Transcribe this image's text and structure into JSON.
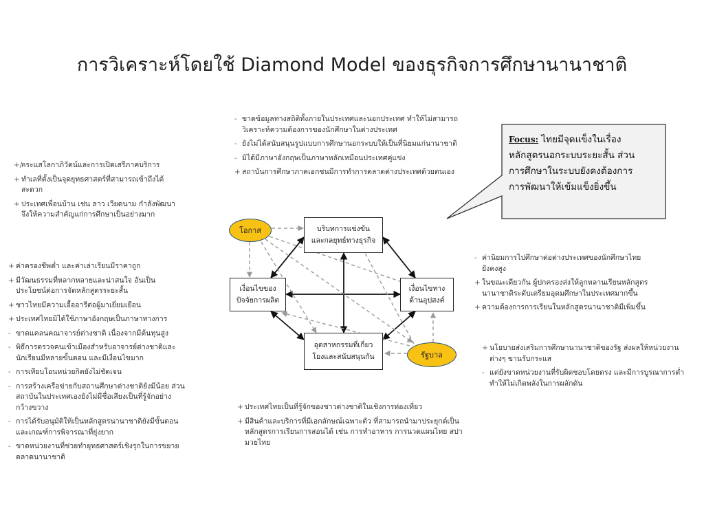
{
  "title": "การวิเคราะห์โดยใช้ Diamond Model ของธุรกิจการศึกษานานาชาติ",
  "focus": {
    "label": "Focus:",
    "lines": [
      "ไทยมีจุดแข็งในเรื่อง",
      "หลักสูตรนอกระบบระยะสั้น ส่วน",
      "การศึกษาในระบบยังคงต้องการ",
      "การพัฒนาให้เข้มแข็งยิ่งขึ้น"
    ]
  },
  "nodes": {
    "top": [
      "บริบทการแข่งขัน",
      "และกลยุทธ์ทางธุรกิจ"
    ],
    "left": [
      "เงื่อนไขของ",
      "ปัจจัยการผลิต"
    ],
    "right": [
      "เงื่อนไขทาง",
      "ด้านอุปสงค์"
    ],
    "bottom": [
      "อุตสาหกรรมที่เกี่ยว",
      "โยงและสนับสนุนกัน"
    ],
    "chance": "โอกาส",
    "government": "รัฐบาล"
  },
  "top_notes": [
    {
      "m": "-",
      "lines": [
        "ขาดข้อมูลทางสถิติทั้งภายในประเทศและนอกประเทศ ทำให้ไม่สามารถ",
        "วิเคราะห์ความต้องการของนักศึกษาในต่างประเทศ"
      ]
    },
    {
      "m": "-",
      "lines": [
        "ยังไม่ได้สนับสนุนรูปแบบการศึกษานอกระบบให้เป็นที่นิยมแก่นานาชาติ"
      ]
    },
    {
      "m": "-",
      "lines": [
        "มิได้มีภาษาอังกฤษเป็นภาษาหลักเหมือนประเทศคู่แข่ง"
      ]
    },
    {
      "m": "+",
      "lines": [
        "สถาบันการศึกษาภาคเอกชนมีการทำการตลาดต่างประเทศด้วยตนเอง"
      ]
    }
  ],
  "left_top_notes": [
    {
      "m": "+/-",
      "lines": [
        "กระแสโลกาภิวัตน์และการเปิดเสรีภาคบริการ"
      ]
    },
    {
      "m": "+",
      "lines": [
        "ทำเลที่ตั้งเป็นจุดยุทธศาสตร์ที่สามารถเข้าถึงได้",
        "สะดวก"
      ]
    },
    {
      "m": "+",
      "lines": [
        "ประเทศเพื่อนบ้าน เช่น ลาว เวียดนาม กำลังพัฒนา",
        "จึงให้ความสำคัญแก่การศึกษาเป็นอย่างมาก"
      ]
    }
  ],
  "left_notes": [
    {
      "m": "+",
      "lines": [
        "ค่าครองชีพต่ำ และค่าเล่าเรียนมีราคาถูก"
      ]
    },
    {
      "m": "+",
      "lines": [
        "มีวัฒนธรรมที่หลากหลายและน่าสนใจ อันเป็น",
        "ประโยชน์ต่อการจัดหลักสูตรระยะสั้น"
      ]
    },
    {
      "m": "+",
      "lines": [
        "ชาวไทยมีความเอื้ออารีต่อผู้มาเยี่ยมเยือน"
      ]
    },
    {
      "m": "+",
      "lines": [
        "ประเทศไทยมิได้ใช้ภาษาอังกฤษเป็นภาษาทางการ"
      ]
    },
    {
      "m": "-",
      "lines": [
        "ขาดแคลนคณาจารย์ต่างชาติ เนื่องจากมีต้นทุนสูง"
      ]
    },
    {
      "m": "-",
      "lines": [
        "พิธีการตรวจคนเข้าเมืองสำหรับอาจารย์ต่างชาติและ",
        "นักเรียนมีหลายขั้นตอน และมีเงื่อนไขมาก"
      ]
    },
    {
      "m": "-",
      "lines": [
        "การเทียบโอนหน่วยกิตยังไม่ชัดเจน"
      ]
    },
    {
      "m": "-",
      "lines": [
        "การสร้างเครือข่ายกับสถานศึกษาต่างชาติยังมีน้อย ส่วน",
        "สถาบันในประเทศเองยังไม่มีชื่อเสียงเป็นที่รู้จักอย่าง",
        "กว้างขวาง"
      ]
    },
    {
      "m": "-",
      "lines": [
        "การได้รับอนุมัติให้เป็นหลักสูตรนานาชาติยังมีขั้นตอน",
        "และเกณฑ์การพิจารณาที่ยุ่งยาก"
      ]
    },
    {
      "m": "-",
      "lines": [
        "ขาดหน่วยงานที่ช่วยทำยุทธศาสตร์เชิงรุกในการขยาย",
        "ตลาดนานาชาติ"
      ]
    }
  ],
  "right_notes": [
    {
      "m": "-",
      "lines": [
        "ค่านิยมการไปศึกษาต่อต่างประเทศของนักศึกษาไทย",
        "ยังคงสูง"
      ]
    },
    {
      "m": "+",
      "lines": [
        "ในขณะเดียวกัน ผู้ปกครองส่งให้ลูกหลานเรียนหลักสูตร",
        "นานาชาติระดับเตรียมอุดมศึกษาในประเทศมากขึ้น"
      ]
    },
    {
      "m": "+",
      "lines": [
        "ความต้องการการเรียนในหลักสูตรนานาชาติมีเพิ่มขึ้น"
      ]
    }
  ],
  "gov_notes": [
    {
      "m": "+",
      "lines": [
        "นโยบายส่งเสริมการศึกษานานาชาติของรัฐ ส่งผลให้หน่วยงาน",
        "ต่างๆ ขานรับกระแส"
      ]
    },
    {
      "m": "-",
      "lines": [
        "แต่ยังขาดหน่วยงานที่รับผิดชอบโดยตรง และมีการบูรณาการต่ำ",
        "ทำให้ไม่เกิดพลังในการผลักดัน"
      ]
    }
  ],
  "bottom_notes": [
    {
      "m": "+",
      "lines": [
        "ประเทศไทยเป็นที่รู้จักของชาวต่างชาติในเชิงการท่องเที่ยว"
      ]
    },
    {
      "m": "+",
      "lines": [
        "มีสินค้าและบริการที่มีเอกลักษณ์เฉพาะตัว ที่สามารถนำมาประยุกต์เป็น",
        "หลักสูตรการเรียนการสอนได้ เช่น การทำอาหาร การนวดแผนไทย สปา",
        "มวยไทย"
      ]
    }
  ],
  "colors": {
    "oval_fill": "#f8c215",
    "oval_border": "#1f4e79",
    "callout_fill": "#f2f2f2",
    "dashed": "#999999"
  }
}
